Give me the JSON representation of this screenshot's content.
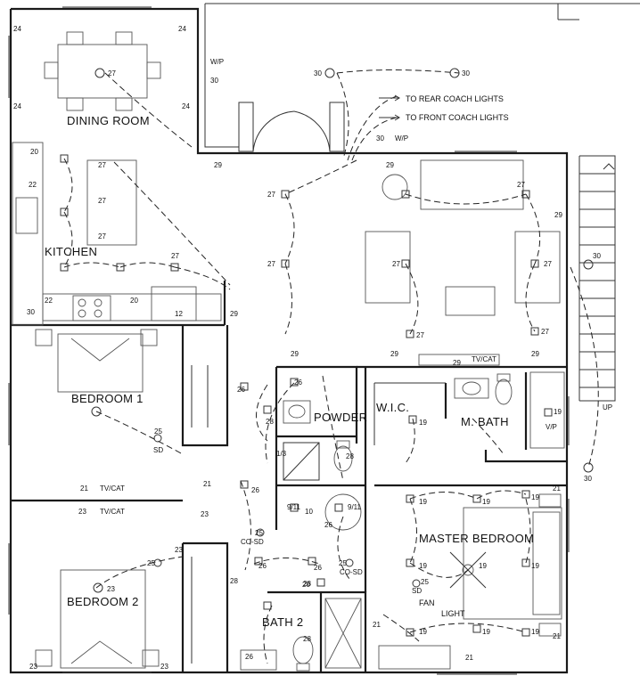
{
  "rooms": {
    "dining": "DINING ROOM",
    "kitchen": "KITCHEN",
    "bedroom1": "BEDROOM 1",
    "bedroom2": "BEDROOM 2",
    "powder": "POWDER",
    "wic": "W.I.C.",
    "mbath": "M. BATH",
    "master": "MASTER BEDROOM",
    "bath2": "BATH 2"
  },
  "notes": {
    "rear_lights": "TO REAR COACH LIGHTS",
    "front_lights": "TO FRONT COACH LIGHTS",
    "fan": "FAN",
    "light": "LIGHT",
    "up": "UP",
    "wp": "W/P",
    "tvcat": "TV/CAT",
    "sd": "SD",
    "cosd": "CO-SD",
    "vp": "V/P"
  },
  "circuits": {
    "c19": "19",
    "c20": "20",
    "c21": "21",
    "c22": "22",
    "c23": "23",
    "c24": "24",
    "c25": "25",
    "c26": "26",
    "c27": "27",
    "c28": "28",
    "c29": "29",
    "c30": "30",
    "c911": "9/11",
    "c10": "10",
    "c12": "12",
    "c13": "1/3"
  }
}
